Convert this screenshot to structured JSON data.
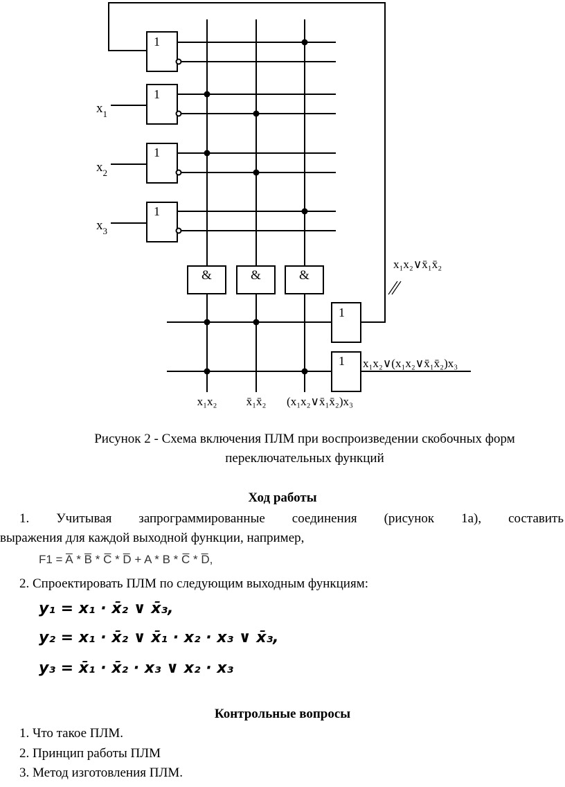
{
  "diagram": {
    "gate_or": "1",
    "gate_and": "&",
    "input_label": "x",
    "inputs": [
      "1",
      "2",
      "3"
    ],
    "feedback_label": "x₁x₂∨x̄₁x̄₂",
    "output2_label": "x₁x₂∨(x₁x₂∨x̄₁x̄₂)x₃",
    "col_labels": [
      "x₁x₂",
      "x̄₁x̄₂",
      "(x₁x₂∨x̄₁x̄₂)x₃"
    ]
  },
  "caption": {
    "line1": "Рисунок 2 - Схема включения ПЛМ при воспроизведении скобочных форм",
    "line2": "переключательных функций"
  },
  "work": {
    "heading": "Ход работы",
    "item1_line1": "1. Учитывая запрограммированные соединения (рисунок 1а), составить",
    "item1_line2": "выражения для каждой выходной функции, например,",
    "example_formula": "F1 = A̅ * B̅ * C̅ * D̅ + A * B * C̅ * D̅,",
    "item2": "2. Спроектировать ПЛМ по следующим выходным функциям:",
    "equations": [
      "y₁ = x₁ · x̄₂ ∨ x̄₃,",
      "y₂ = x₁ · x̄₂ ∨ x̄₁ · x₂ · x₃ ∨ x̄₃,",
      "y₃ = x̄₁ · x̄₂ · x₃ ∨ x₂ · x₃"
    ]
  },
  "questions": {
    "heading": "Контрольные вопросы",
    "items": [
      "1. Что такое ПЛМ.",
      "2. Принцип работы ПЛМ",
      "3. Метод изготовления ПЛМ."
    ]
  }
}
